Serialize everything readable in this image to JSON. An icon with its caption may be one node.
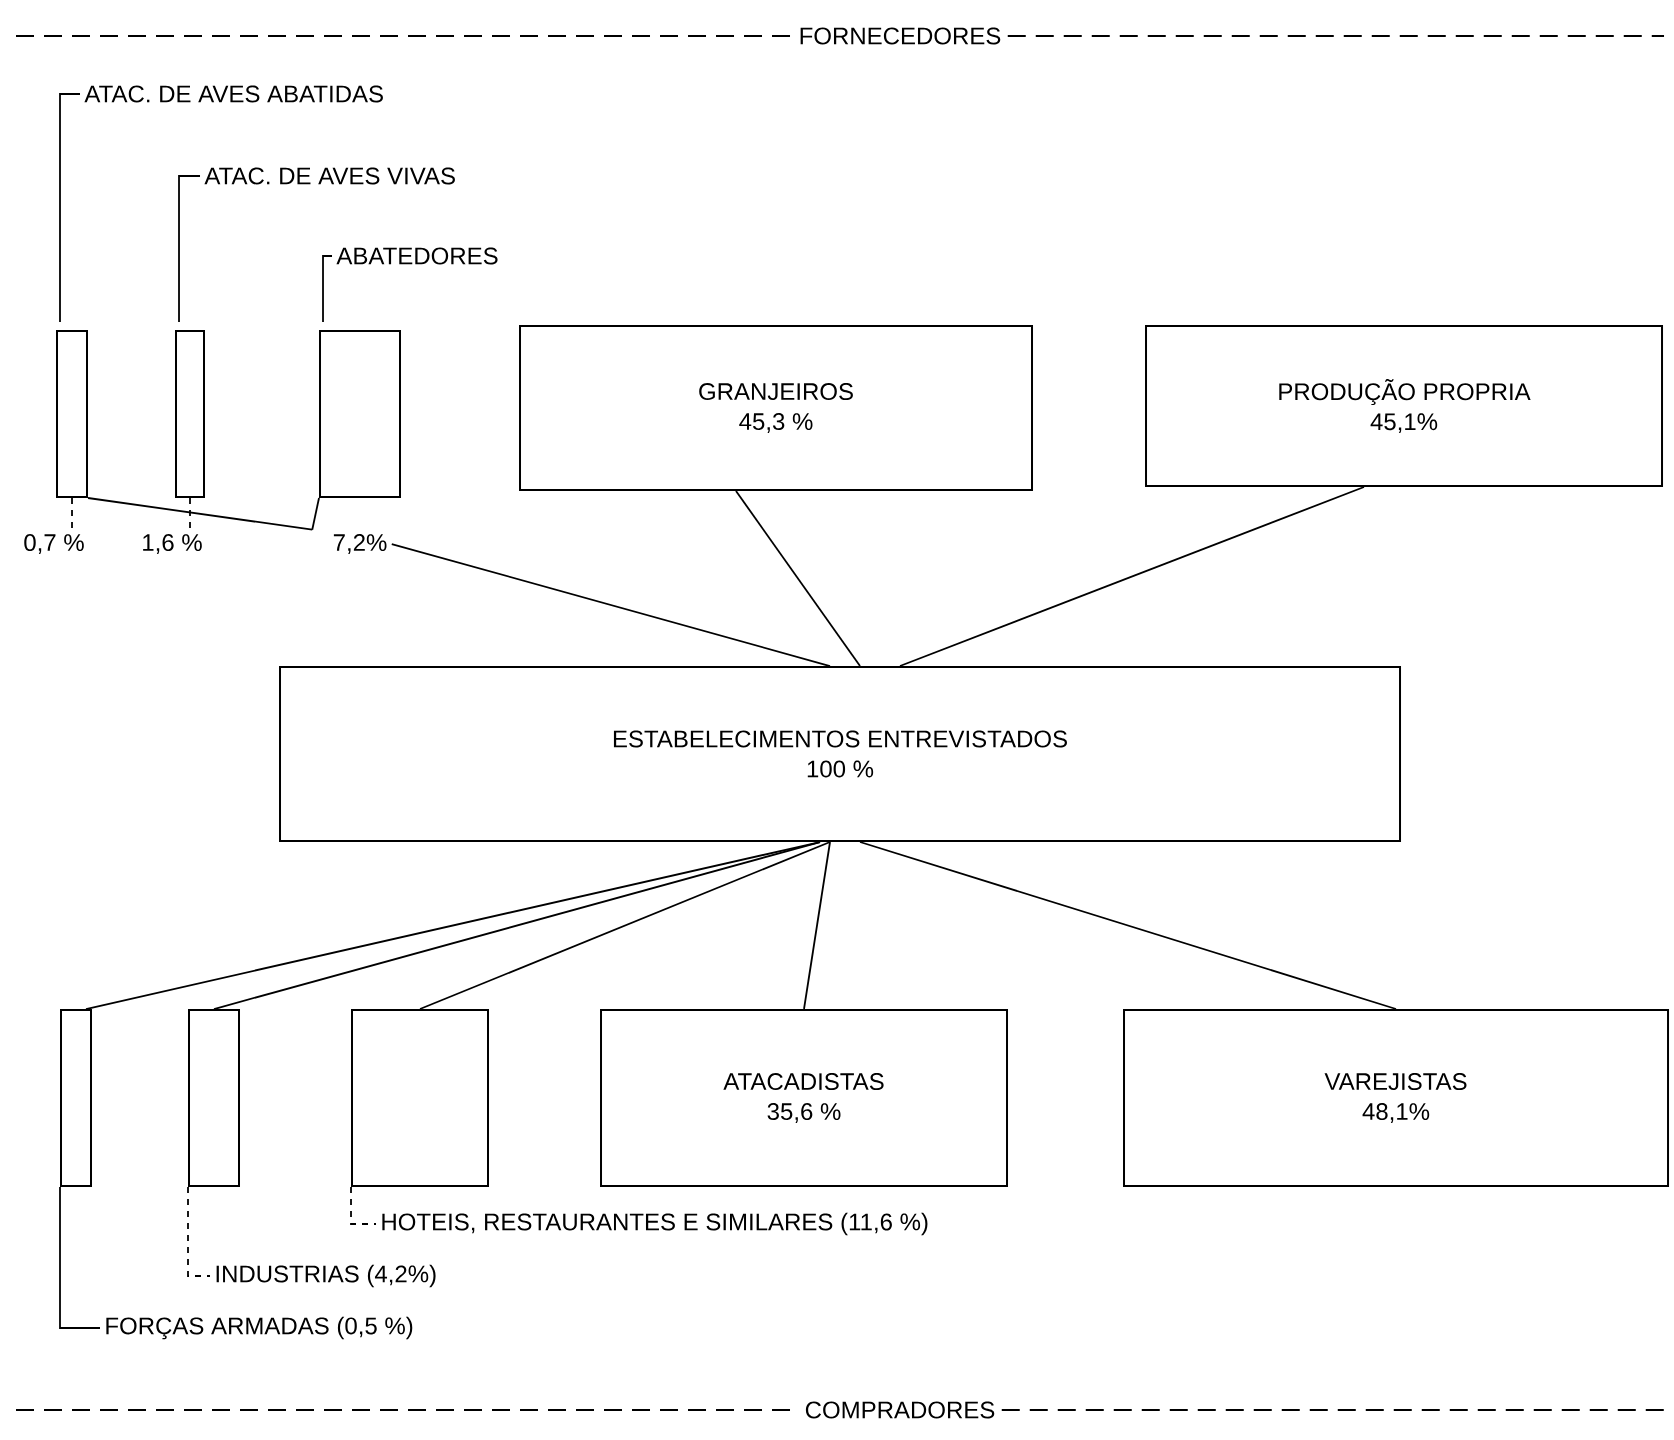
{
  "diagram": {
    "nodes": [
      {
        "text": [
          "ATAC. DE AVES ABATIDAS"
        ]
      },
      {
        "text": [
          "ATAC. DE AVES VIVAS"
        ]
      },
      {
        "text": [
          "ABATEDORES"
        ]
      },
      {
        "text": [],
        "shape": "box"
      },
      {
        "text": [],
        "shape": "box"
      },
      {
        "text": [],
        "shape": "box"
      },
      {
        "text": [
          "GRANJEIROS",
          "45,3 %"
        ]
      },
      {
        "text": [
          "PRODUÇÃO PROPRIA",
          "45,1%"
        ]
      },
      {
        "text": [
          "0,7 %"
        ]
      },
      {
        "text": [
          "1,6 %"
        ]
      },
      {
        "text": [
          "7,2%"
        ]
      },
      {
        "text": [
          "ESTABELECIMENTOS ENTREVISTADOS",
          "100 %"
        ]
      },
      {
        "text": [],
        "shape": "box"
      },
      {
        "text": [],
        "shape": "box"
      },
      {
        "text": [],
        "shape": "box"
      },
      {
        "text": [
          "ATACADISTAS",
          "35,6 %"
        ]
      },
      {
        "text": [
          "VAREJISTAS",
          "48,1%"
        ]
      },
      {
        "text": [
          "FORÇAS ARMADAS (0,5 %)"
        ]
      },
      {
        "text": [
          "INDUSTRIAS (4,2%)"
        ]
      },
      {
        "text": [
          "HOTEIS, RESTAURANTES E SIMILARES (11,6 %)"
        ]
      }
    ],
    "edges": [
      {
        "from": 0,
        "to": 3,
        "arrow": "none"
      },
      {
        "from": 1,
        "to": 4,
        "arrow": "none"
      },
      {
        "from": 2,
        "to": 5,
        "arrow": "none"
      },
      {
        "from": 3,
        "to": 8,
        "arrow": "none",
        "style": "dashed"
      },
      {
        "from": 4,
        "to": 9,
        "arrow": "none",
        "style": "dashed"
      },
      {
        "from": 5,
        "to": 10,
        "arrow": "none"
      },
      {
        "from": 3,
        "to": 10,
        "arrow": "none"
      },
      {
        "from": 10,
        "to": 11,
        "arrow": "none"
      },
      {
        "from": 6,
        "to": 11,
        "arrow": "none"
      },
      {
        "from": 7,
        "to": 11,
        "arrow": "none"
      },
      {
        "from": 11,
        "to": 12,
        "arrow": "none"
      },
      {
        "from": 11,
        "to": 13,
        "arrow": "none"
      },
      {
        "from": 11,
        "to": 14,
        "arrow": "none"
      },
      {
        "from": 11,
        "to": 15,
        "arrow": "none"
      },
      {
        "from": 11,
        "to": 16,
        "arrow": "none"
      },
      {
        "from": 12,
        "to": 17,
        "arrow": "none"
      },
      {
        "from": 13,
        "to": 18,
        "arrow": "none",
        "style": "dashed"
      },
      {
        "from": 14,
        "to": 19,
        "arrow": "none",
        "style": "dashed"
      }
    ],
    "labels": [
      "FORNECEDORES",
      "COMPRADORES"
    ]
  }
}
